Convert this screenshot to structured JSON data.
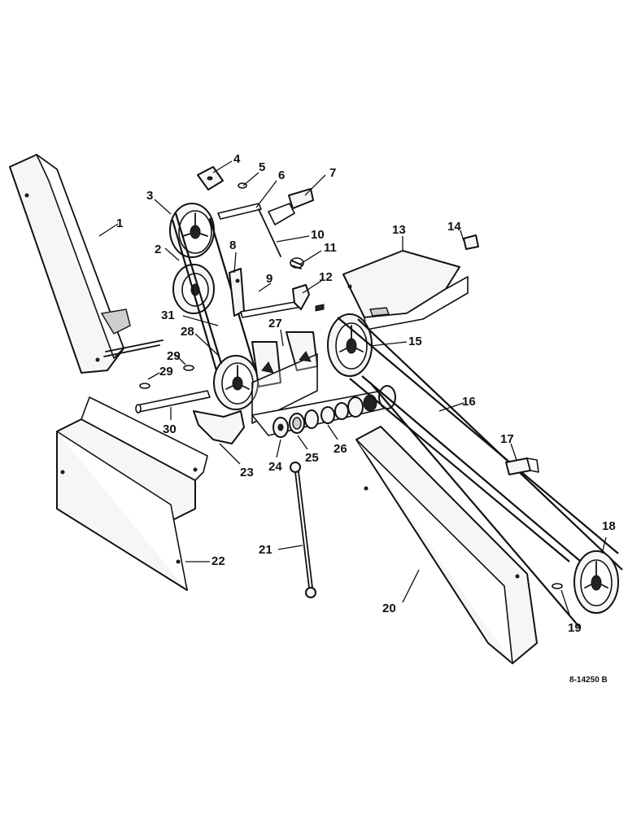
{
  "diagram": {
    "reference_code": "8-14250 B",
    "callouts": {
      "c1": "1",
      "c2": "2",
      "c3": "3",
      "c4": "4",
      "c5": "5",
      "c6": "6",
      "c7": "7",
      "c8": "8",
      "c9": "9",
      "c10": "10",
      "c11": "11",
      "c12": "12",
      "c13": "13",
      "c14": "14",
      "c15": "15",
      "c16": "16",
      "c17": "17",
      "c18": "18",
      "c19": "19",
      "c20": "20",
      "c21": "21",
      "c22": "22",
      "c23": "23",
      "c24": "24",
      "c25": "25",
      "c26": "26",
      "c27": "27",
      "c28": "28",
      "c29a": "29",
      "c29b": "29",
      "c30": "30",
      "c31": "31"
    }
  }
}
